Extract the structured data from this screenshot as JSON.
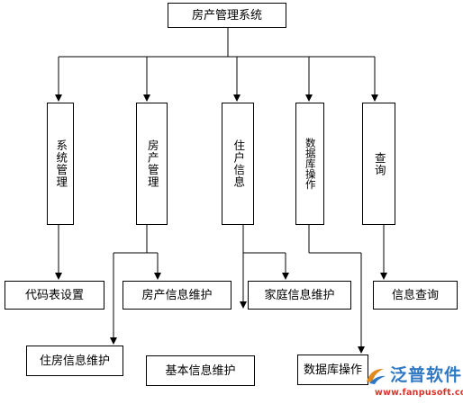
{
  "root": {
    "label": "房产管理系统"
  },
  "modules": [
    {
      "label": "系统管理"
    },
    {
      "label": "房产管理"
    },
    {
      "label": "住户信息"
    },
    {
      "label": "数据库操作"
    },
    {
      "label": "查询"
    }
  ],
  "leaves": [
    {
      "label": "代码表设置"
    },
    {
      "label": "房产信息维护"
    },
    {
      "label": "家庭信息维护"
    },
    {
      "label": "信息查询"
    },
    {
      "label": "住房信息维护"
    },
    {
      "label": "基本信息维护"
    },
    {
      "label": "数据库操作"
    }
  ],
  "watermark": {
    "brand": "泛普软件",
    "url": "www.fanpusoft.com"
  },
  "colors": {
    "line": "#000000",
    "brand": "#2f78c4",
    "url": "#d9342b"
  }
}
